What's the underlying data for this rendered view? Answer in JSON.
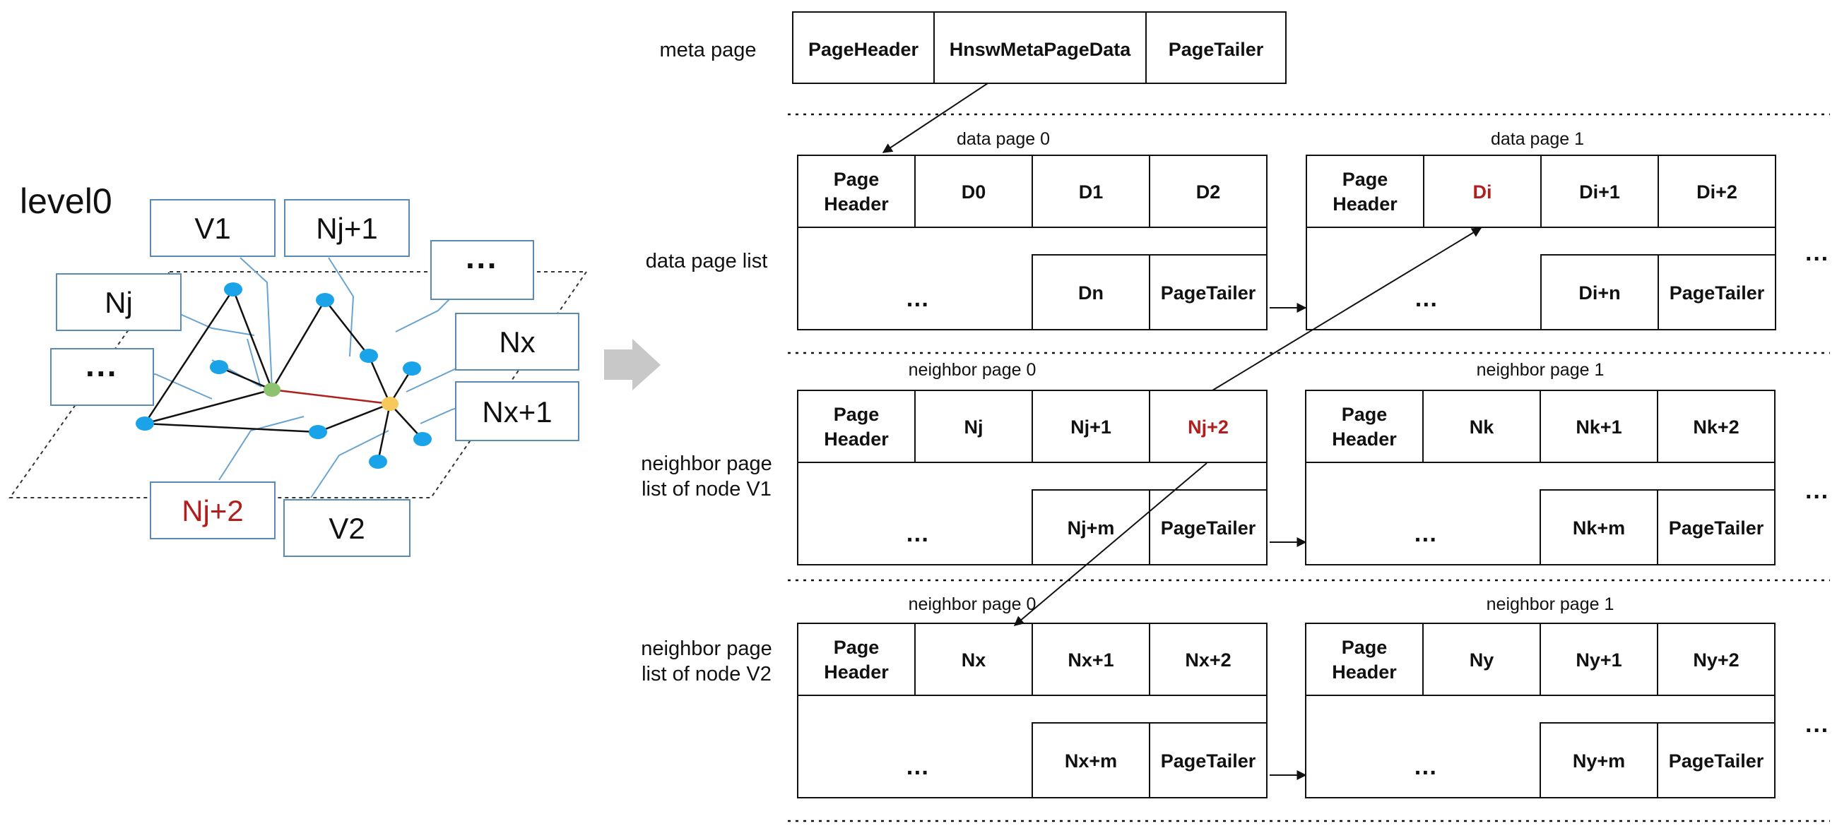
{
  "graph": {
    "level_label": "level0",
    "node_labels": {
      "v1": "V1",
      "nj1": "Nj+1",
      "nj": "Nj",
      "dots_left": "···",
      "dots_top": "···",
      "nx": "Nx",
      "nx1": "Nx+1",
      "nj2": "Nj+2",
      "v2": "V2"
    },
    "colors": {
      "node": "#1aa3e8",
      "center_node": "#8dc26e",
      "right_node": "#f7c85a",
      "highlight_edge": "#b01e1e",
      "label_box": "#5b8ab5"
    }
  },
  "section_labels": {
    "meta": "meta page",
    "data": "data page list",
    "neighbor_v1_line1": "neighbor page",
    "neighbor_v1_line2": "list of node V1",
    "neighbor_v2_line1": "neighbor page",
    "neighbor_v2_line2": "list of node V2"
  },
  "meta_page": {
    "cells": [
      "PageHeader",
      "HnswMetaPageData",
      "PageTailer"
    ]
  },
  "data_pages": [
    {
      "title": "data page 0",
      "header_line1": "Page",
      "header_line2": "Header",
      "cells": [
        "D0",
        "D1",
        "D2"
      ],
      "dots": "…",
      "last": "Dn",
      "tailer": "PageTailer"
    },
    {
      "title": "data page 1",
      "header_line1": "Page",
      "header_line2": "Header",
      "cells": [
        "Di",
        "Di+1",
        "Di+2"
      ],
      "dots": "…",
      "last": "Di+n",
      "tailer": "PageTailer"
    }
  ],
  "neighbor_v1_pages": [
    {
      "title": "neighbor page 0",
      "header_line1": "Page",
      "header_line2": "Header",
      "cells": [
        "Nj",
        "Nj+1",
        "Nj+2"
      ],
      "dots": "…",
      "last": "Nj+m",
      "tailer": "PageTailer"
    },
    {
      "title": "neighbor page 1",
      "header_line1": "Page",
      "header_line2": "Header",
      "cells": [
        "Nk",
        "Nk+1",
        "Nk+2"
      ],
      "dots": "…",
      "last": "Nk+m",
      "tailer": "PageTailer"
    }
  ],
  "neighbor_v2_pages": [
    {
      "title": "neighbor page 0",
      "header_line1": "Page",
      "header_line2": "Header",
      "cells": [
        "Nx",
        "Nx+1",
        "Nx+2"
      ],
      "dots": "…",
      "last": "Nx+m",
      "tailer": "PageTailer"
    },
    {
      "title": "neighbor page 1",
      "header_line1": "Page",
      "header_line2": "Header",
      "cells": [
        "Ny",
        "Ny+1",
        "Ny+2"
      ],
      "dots": "…",
      "last": "Ny+m",
      "tailer": "PageTailer"
    }
  ],
  "continuation": "···"
}
